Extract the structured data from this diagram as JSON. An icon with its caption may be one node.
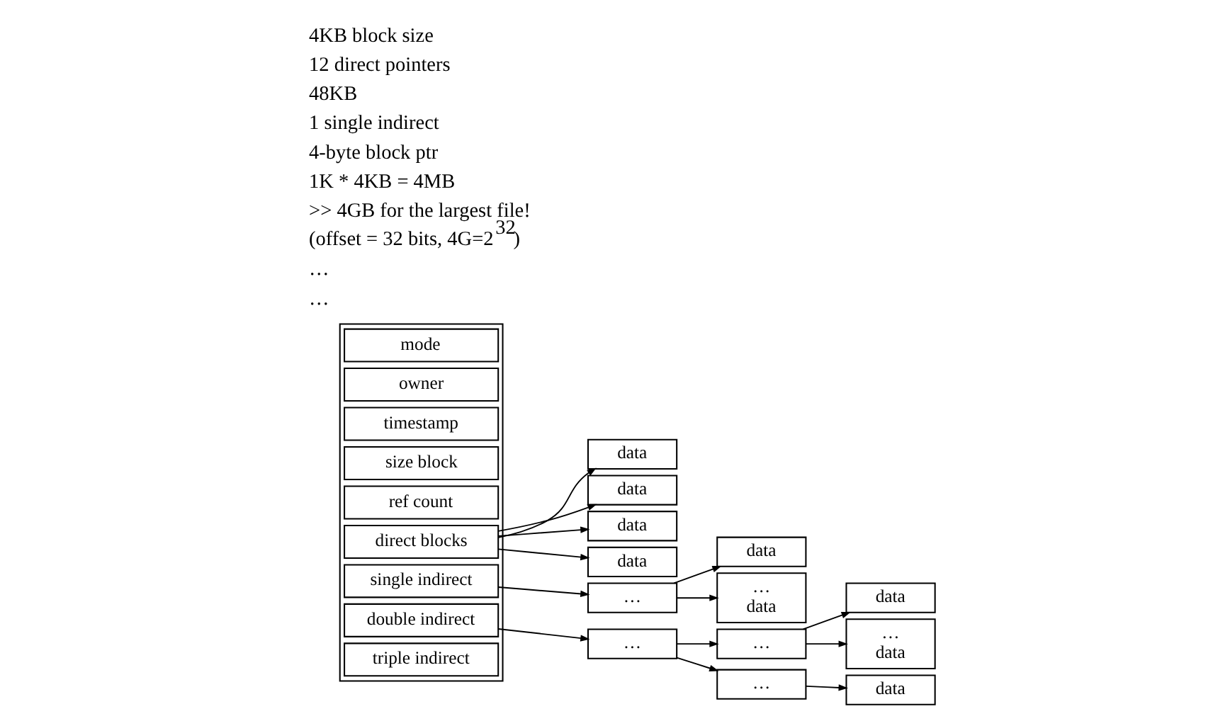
{
  "diagram": {
    "nodes": [
      {
        "text": [],
        "shape": "box"
      },
      {
        "text": [
          "mode"
        ],
        "in": 0
      },
      {
        "text": [
          "owner"
        ],
        "in": 0
      },
      {
        "text": [
          "timestamp"
        ],
        "in": 0
      },
      {
        "text": [
          "size block"
        ],
        "in": 0
      },
      {
        "text": [
          "ref count"
        ],
        "in": 0
      },
      {
        "text": [
          "direct blocks"
        ],
        "in": 0
      },
      {
        "text": [
          "single indirect"
        ],
        "in": 0
      },
      {
        "text": [
          "double indirect"
        ],
        "in": 0
      },
      {
        "text": [
          "triple indirect"
        ],
        "in": 0
      },
      {
        "text": [
          "data"
        ]
      },
      {
        "text": [
          "data"
        ]
      },
      {
        "text": [
          "data"
        ]
      },
      {
        "text": [
          "data"
        ]
      },
      {
        "text": [
          "…"
        ]
      },
      {
        "text": [
          "data"
        ]
      },
      {
        "text": [
          "…",
          "data"
        ]
      },
      {
        "text": [
          "…"
        ]
      },
      {
        "text": [
          "…"
        ]
      },
      {
        "text": [
          "…"
        ]
      },
      {
        "text": [
          "data"
        ]
      },
      {
        "text": [
          "…",
          "data"
        ]
      },
      {
        "text": [
          "data"
        ]
      }
    ],
    "edges": [
      {
        "from": 6,
        "to": 10,
        "arrow": "to"
      },
      {
        "from": 6,
        "to": 11,
        "arrow": "to"
      },
      {
        "from": 6,
        "to": 12,
        "arrow": "to"
      },
      {
        "from": 6,
        "to": 13,
        "arrow": "to"
      },
      {
        "from": 7,
        "to": 14,
        "arrow": "to"
      },
      {
        "from": 14,
        "to": 15,
        "arrow": "to"
      },
      {
        "from": 14,
        "to": 16,
        "arrow": "to"
      },
      {
        "from": 8,
        "to": 17,
        "arrow": "to"
      },
      {
        "from": 17,
        "to": 18,
        "arrow": "to"
      },
      {
        "from": 17,
        "to": 19,
        "arrow": "to"
      },
      {
        "from": 18,
        "to": 20,
        "arrow": "to"
      },
      {
        "from": 18,
        "to": 21,
        "arrow": "to"
      },
      {
        "from": 19,
        "to": 22,
        "arrow": "to"
      }
    ],
    "labels": [
      "4KB block size",
      "12 direct pointers",
      "48KB",
      "1 single indirect",
      "4-byte block ptr",
      "1K * 4KB = 4MB",
      ">> 4GB for the largest file!",
      "(offset = 32 bits, 4G=2$^{32}$)",
      "…",
      "…"
    ]
  }
}
